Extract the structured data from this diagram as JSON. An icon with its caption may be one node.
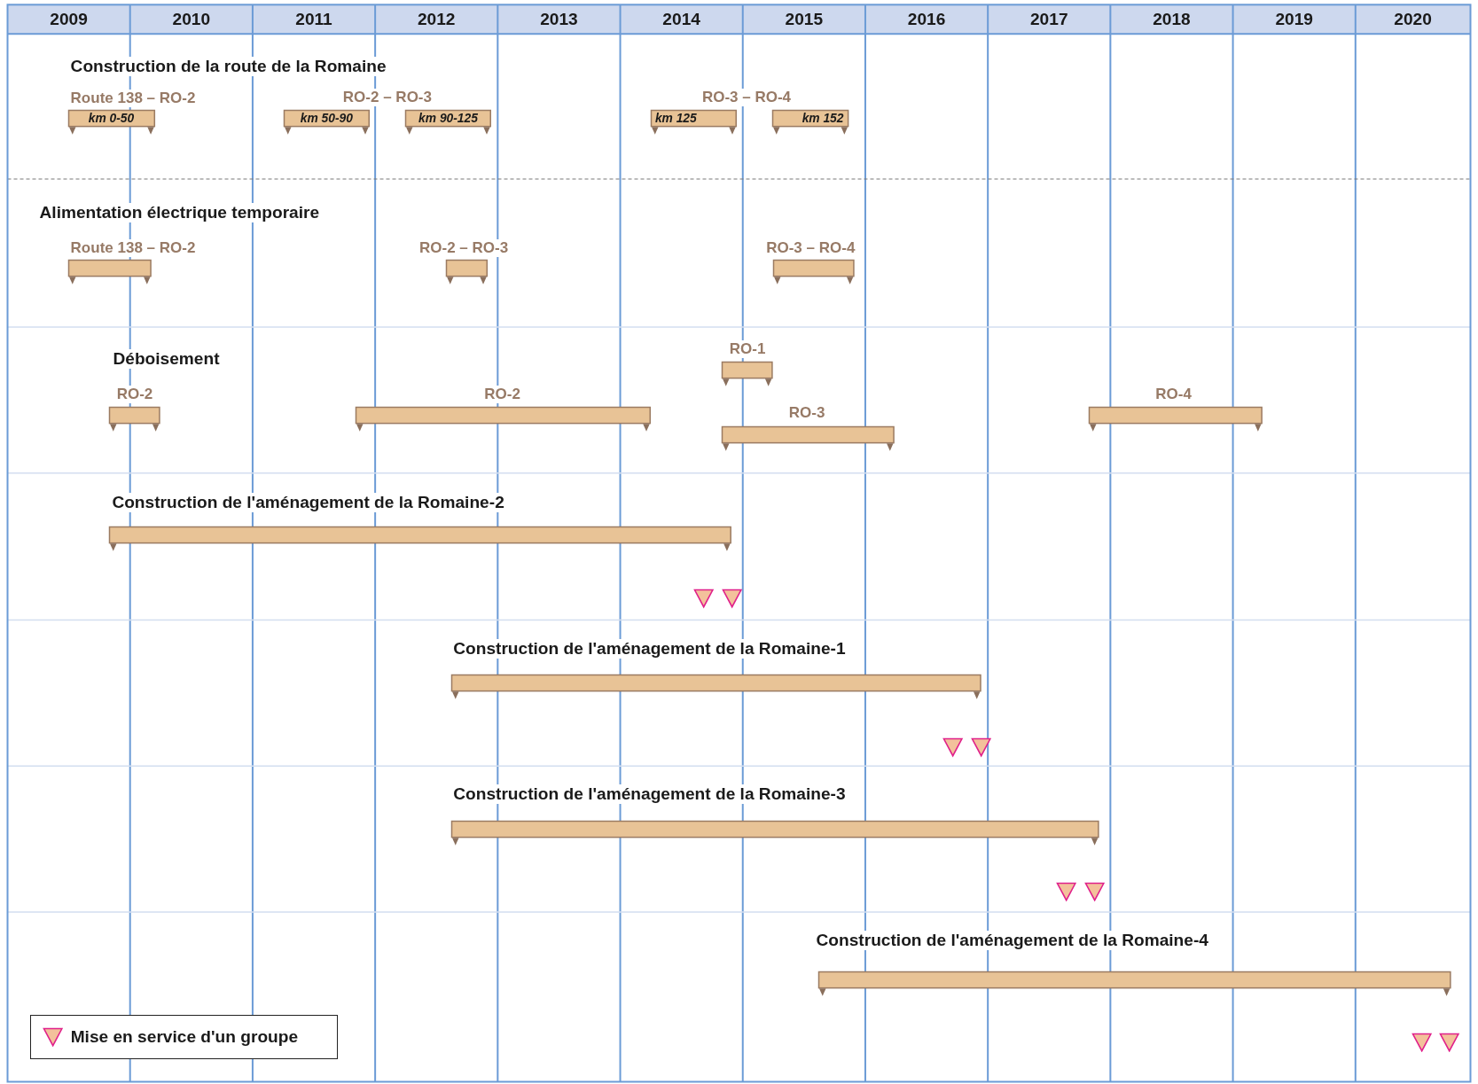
{
  "diagram": {
    "nodes": [
      {
        "text": [
          "km 0-50"
        ]
      },
      {
        "text": [
          "km 50-90"
        ]
      },
      {
        "text": [
          "km 90-125"
        ]
      },
      {
        "text": [
          "km 125"
        ]
      },
      {
        "text": [
          "km 152"
        ]
      },
      {
        "text": [],
        "shape": "bar"
      },
      {
        "text": [],
        "shape": "bar"
      },
      {
        "text": [],
        "shape": "bar"
      },
      {
        "text": [],
        "shape": "bar"
      },
      {
        "text": [],
        "shape": "bar"
      },
      {
        "text": [],
        "shape": "bar"
      },
      {
        "text": [],
        "shape": "bar"
      },
      {
        "text": [],
        "shape": "bar"
      },
      {
        "text": [],
        "shape": "bar"
      },
      {
        "text": [],
        "shape": "bar"
      },
      {
        "text": [],
        "shape": "bar"
      },
      {
        "text": [],
        "shape": "bar"
      }
    ],
    "edges": [],
    "labels": [
      "2009",
      "2010",
      "2011",
      "2012",
      "2013",
      "2014",
      "2015",
      "2016",
      "2017",
      "2018",
      "2019",
      "2020",
      "Construction de la route de la Romaine",
      "Route 138 – RO-2",
      "RO-2 – RO-3",
      "RO-3 – RO-4",
      "Alimentation électrique temporaire",
      "Route 138 – RO-2",
      "RO-2 – RO-3",
      "RO-3 – RO-4",
      "RO-1",
      "Déboisement",
      "RO-2",
      "RO-2",
      "RO-4",
      "RO-3",
      "Construction de l'aménagement de la Romaine-2",
      "Construction de l'aménagement de la Romaine-1",
      "Construction de l'aménagement de la Romaine-3",
      "Construction de l'aménagement de la Romaine-4"
    ],
    "legend": [
      {
        "text": "Mise en service d'un groupe"
      }
    ]
  }
}
